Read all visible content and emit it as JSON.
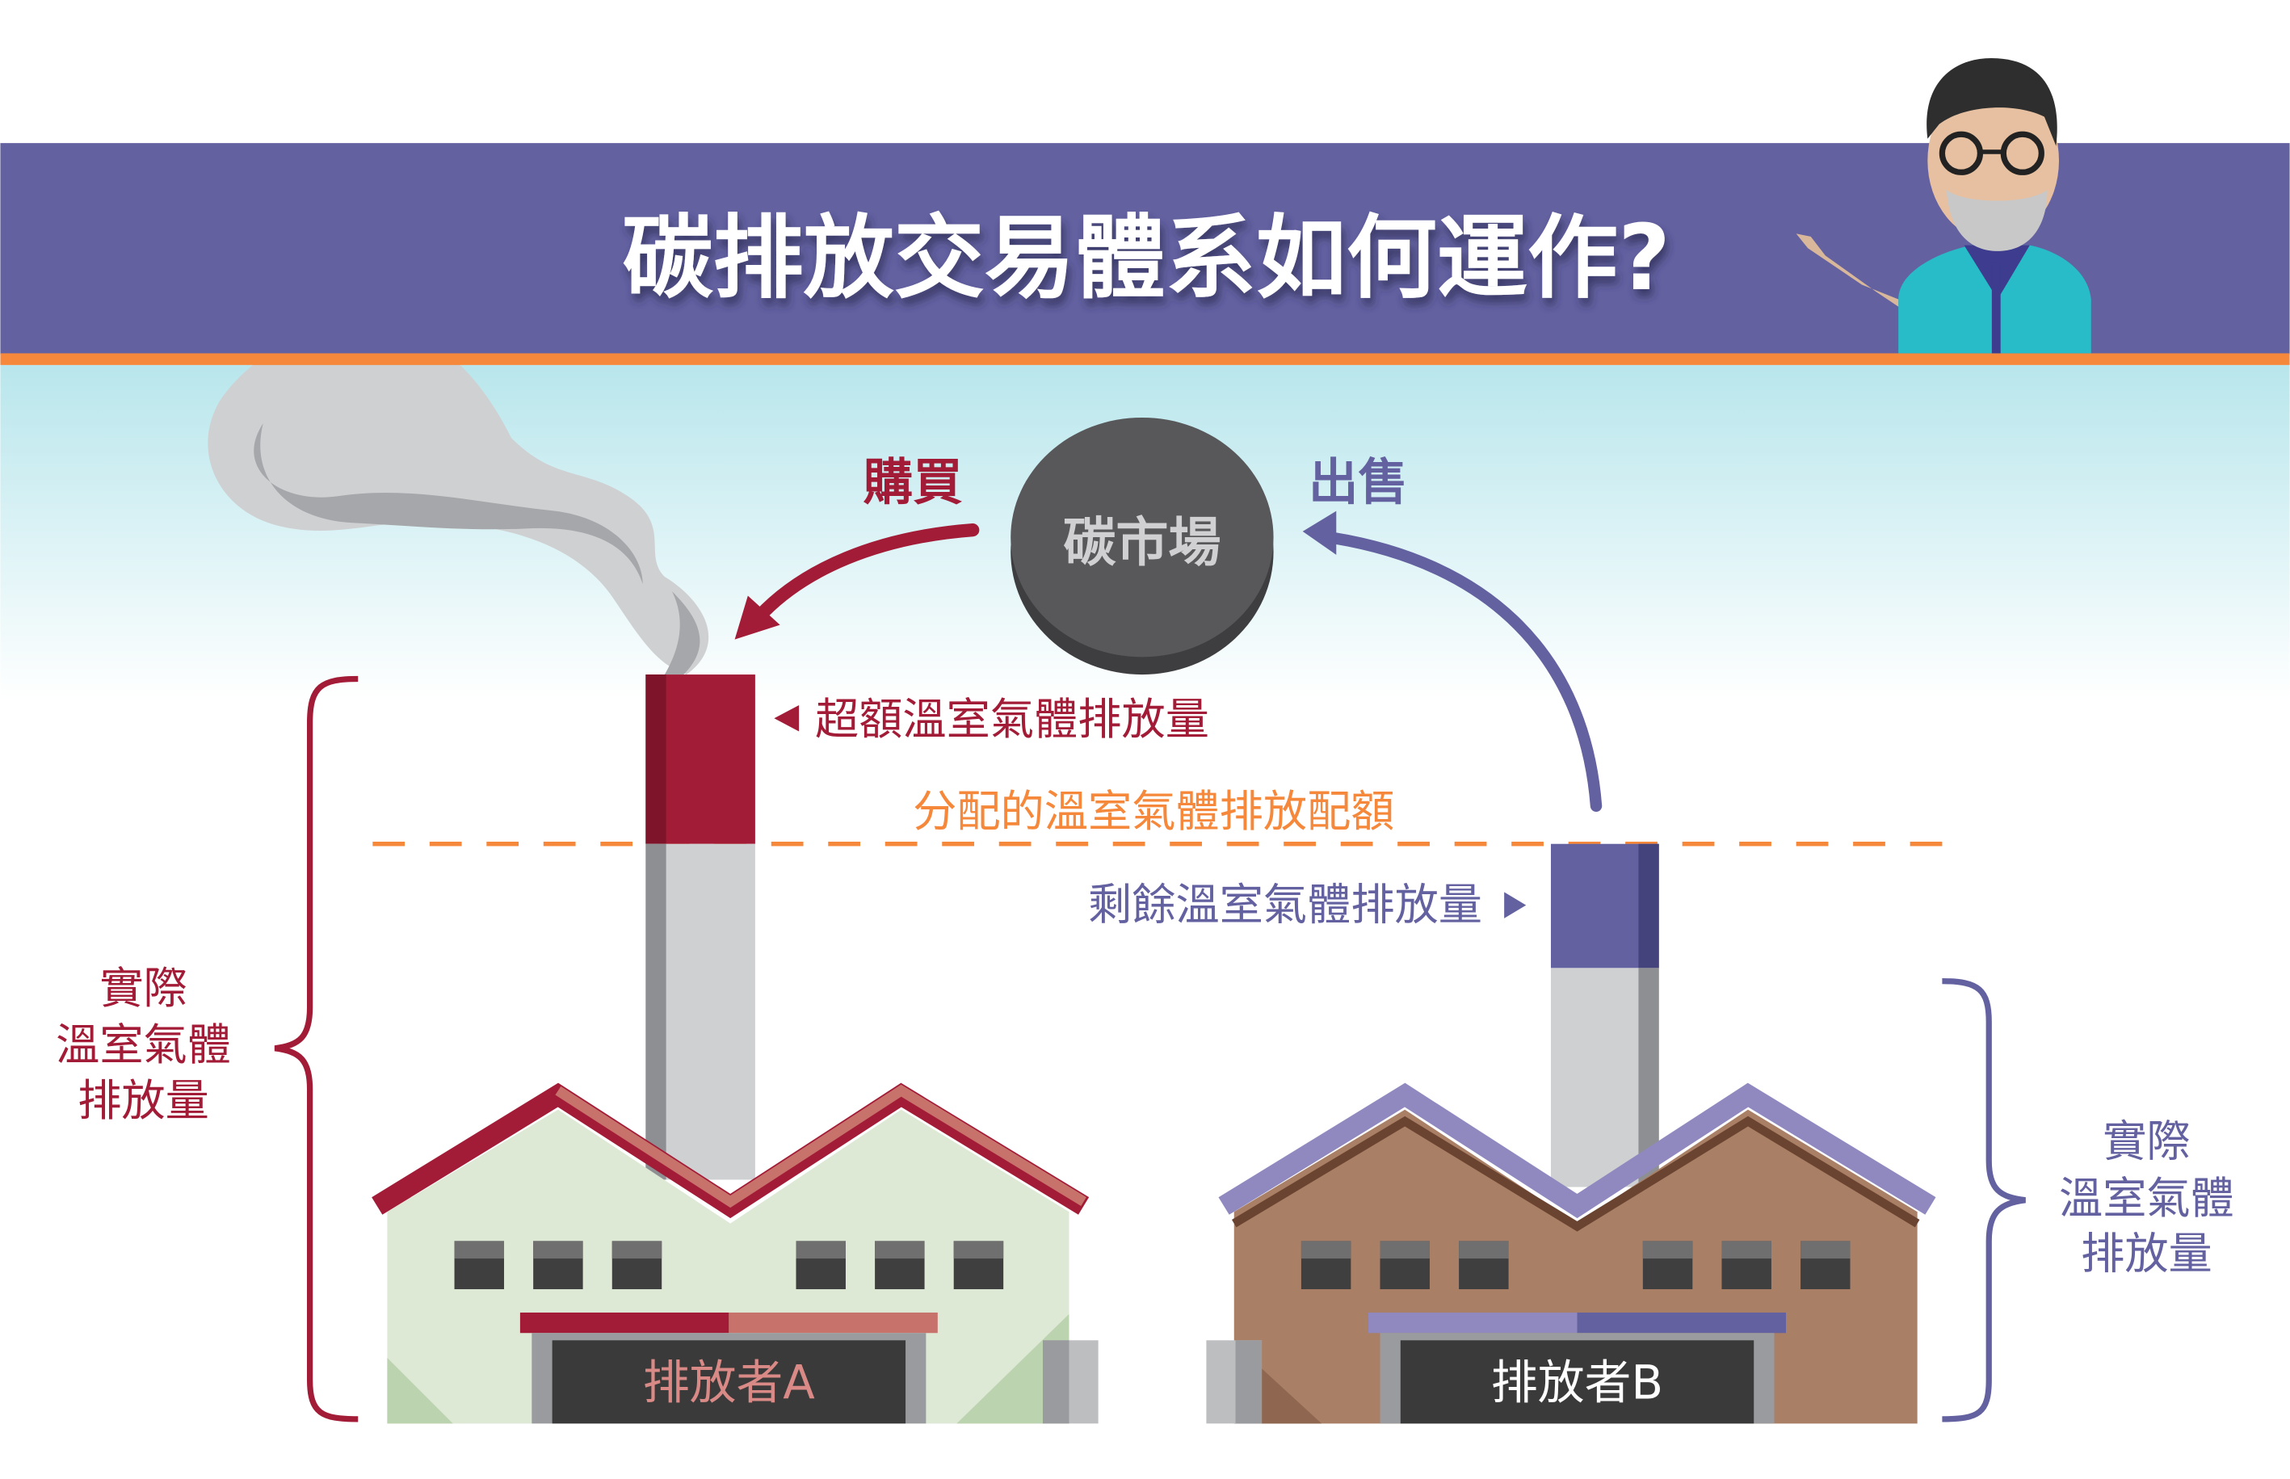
{
  "title": "碳排放交易體系如何運作?",
  "market": {
    "label": "碳市場",
    "buy_label": "購買",
    "sell_label": "出售"
  },
  "labels": {
    "excess": "超額溫室氣體排放量",
    "allowance": "分配的溫室氣體排放配額",
    "surplus": "剩餘溫室氣體排放量"
  },
  "emitter_a": {
    "name": "排放者A",
    "actual": [
      "實際",
      "溫室氣體",
      "排放量"
    ]
  },
  "emitter_b": {
    "name": "排放者B",
    "actual": [
      "實際",
      "溫室氣體",
      "排放量"
    ]
  },
  "colors": {
    "banner": "#6361a0",
    "accent_orange": "#f5883a",
    "red": "#a31c37",
    "purple": "#6361a0",
    "market": "#58585a"
  }
}
